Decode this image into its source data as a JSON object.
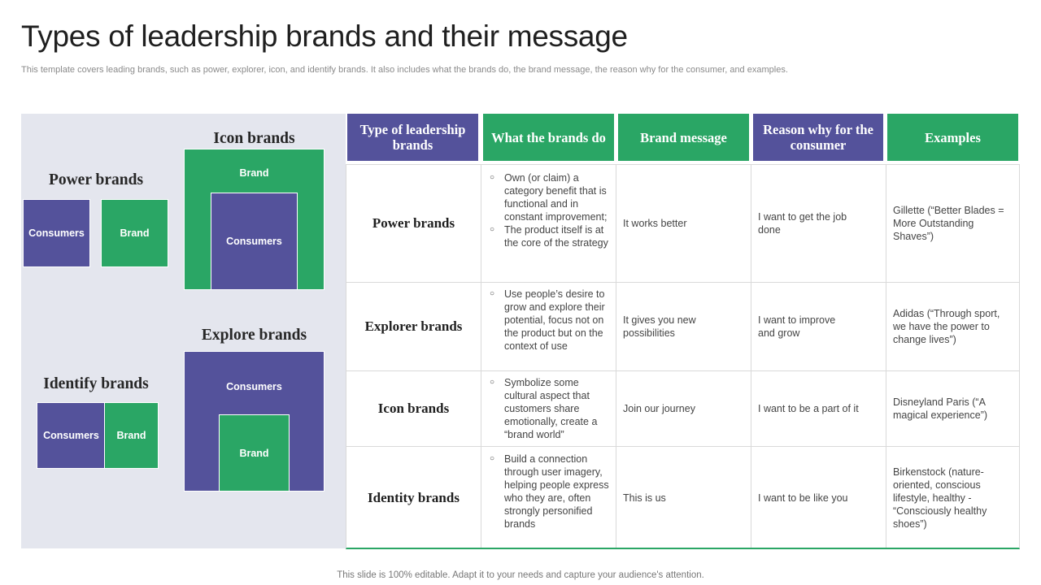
{
  "title": "Types of leadership brands and their message",
  "subtitle": "This template covers leading brands, such as power, explorer, icon, and identify brands. It also includes what the brands do, the brand message, the reason why for the consumer, and examples.",
  "footer": "This slide is 100% editable. Adapt it to your needs and capture your audience's attention.",
  "colors": {
    "purple": "#54529b",
    "green": "#2aa665",
    "panel": "#e4e6ee"
  },
  "diagram": {
    "power": {
      "label": "Power brands",
      "consumers": "Consumers",
      "brand": "Brand"
    },
    "icon": {
      "label": "Icon brands",
      "brand": "Brand",
      "consumers": "Consumers"
    },
    "explore": {
      "label": "Explore brands",
      "consumers": "Consumers",
      "brand": "Brand"
    },
    "identify": {
      "label": "Identify brands",
      "consumers": "Consumers",
      "brand": "Brand"
    }
  },
  "table": {
    "headers": [
      "Type of leadership brands",
      "What the brands do",
      "Brand message",
      "Reason why for the consumer",
      "Examples"
    ],
    "rows": [
      {
        "type": "Power brands",
        "do": [
          "Own (or claim) a category benefit that is functional and in constant improvement;",
          "The product itself is at the core of the strategy"
        ],
        "message": "It works better",
        "reason": "I want to get the job done",
        "example": "Gillette (“Better Blades = More Outstanding Shaves”)"
      },
      {
        "type": "Explorer brands",
        "do": [
          "Use people’s desire to grow and explore their potential, focus not on the product but on the context of use"
        ],
        "message": "It gives you new possibilities",
        "reason": "I want to improve and grow",
        "example": "Adidas (“Through sport, we have the power to change lives”)"
      },
      {
        "type": "Icon brands",
        "do": [
          "Symbolize some cultural aspect that customers share emotionally, create a “brand world”"
        ],
        "message": "Join our journey",
        "reason": "I want to be a part of it",
        "example": "Disneyland Paris (“A magical experience”)"
      },
      {
        "type": "Identity brands",
        "do": [
          "Build a connection through user imagery, helping people express who they are, often strongly personified brands"
        ],
        "message": "This is us",
        "reason": "I want to be like you",
        "example": "Birkenstock (nature-oriented, conscious lifestyle, healthy - “Consciously healthy shoes”)"
      }
    ]
  }
}
